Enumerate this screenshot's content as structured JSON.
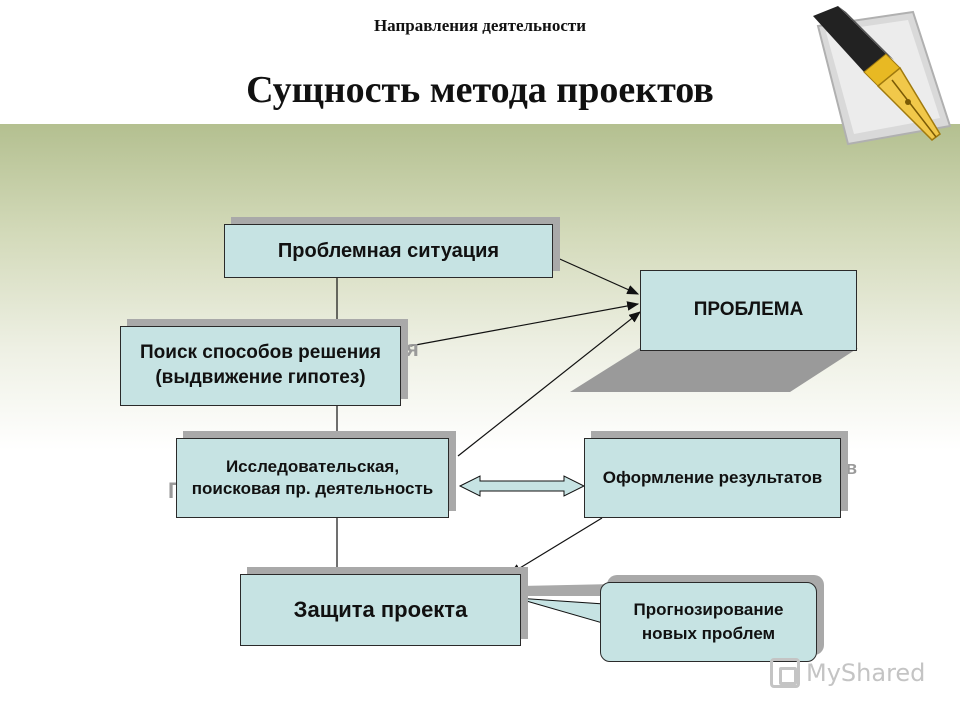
{
  "header": {
    "subtitle": "Направления деятельности",
    "title": "Сущность метода проектов"
  },
  "icons": {
    "pen": "fountain-pen-icon",
    "watermark": "myshared-logo-icon"
  },
  "colors": {
    "box_fill": "#c6e3e3",
    "box_shadow": "#a9a9a9",
    "background_top": "#b3bf8f"
  },
  "diagram": {
    "problem_situation": "Проблемная ситуация",
    "problem": "ПРОБЛЕМА",
    "search_line1": "Поиск способов решения",
    "search_line2": "(выдвижение гипотез)",
    "research_line1": "Исследовательская,",
    "research_line2": "поисковая пр. деятельность",
    "results": "Оформление результатов",
    "defense": "Защита проекта",
    "forecast_line1": "Прогнозирование",
    "forecast_line2": "новых проблем",
    "ghost_search": "я",
    "ghost_research": "Г",
    "ghost_results": "в"
  },
  "watermark": {
    "text": "MyShared"
  }
}
